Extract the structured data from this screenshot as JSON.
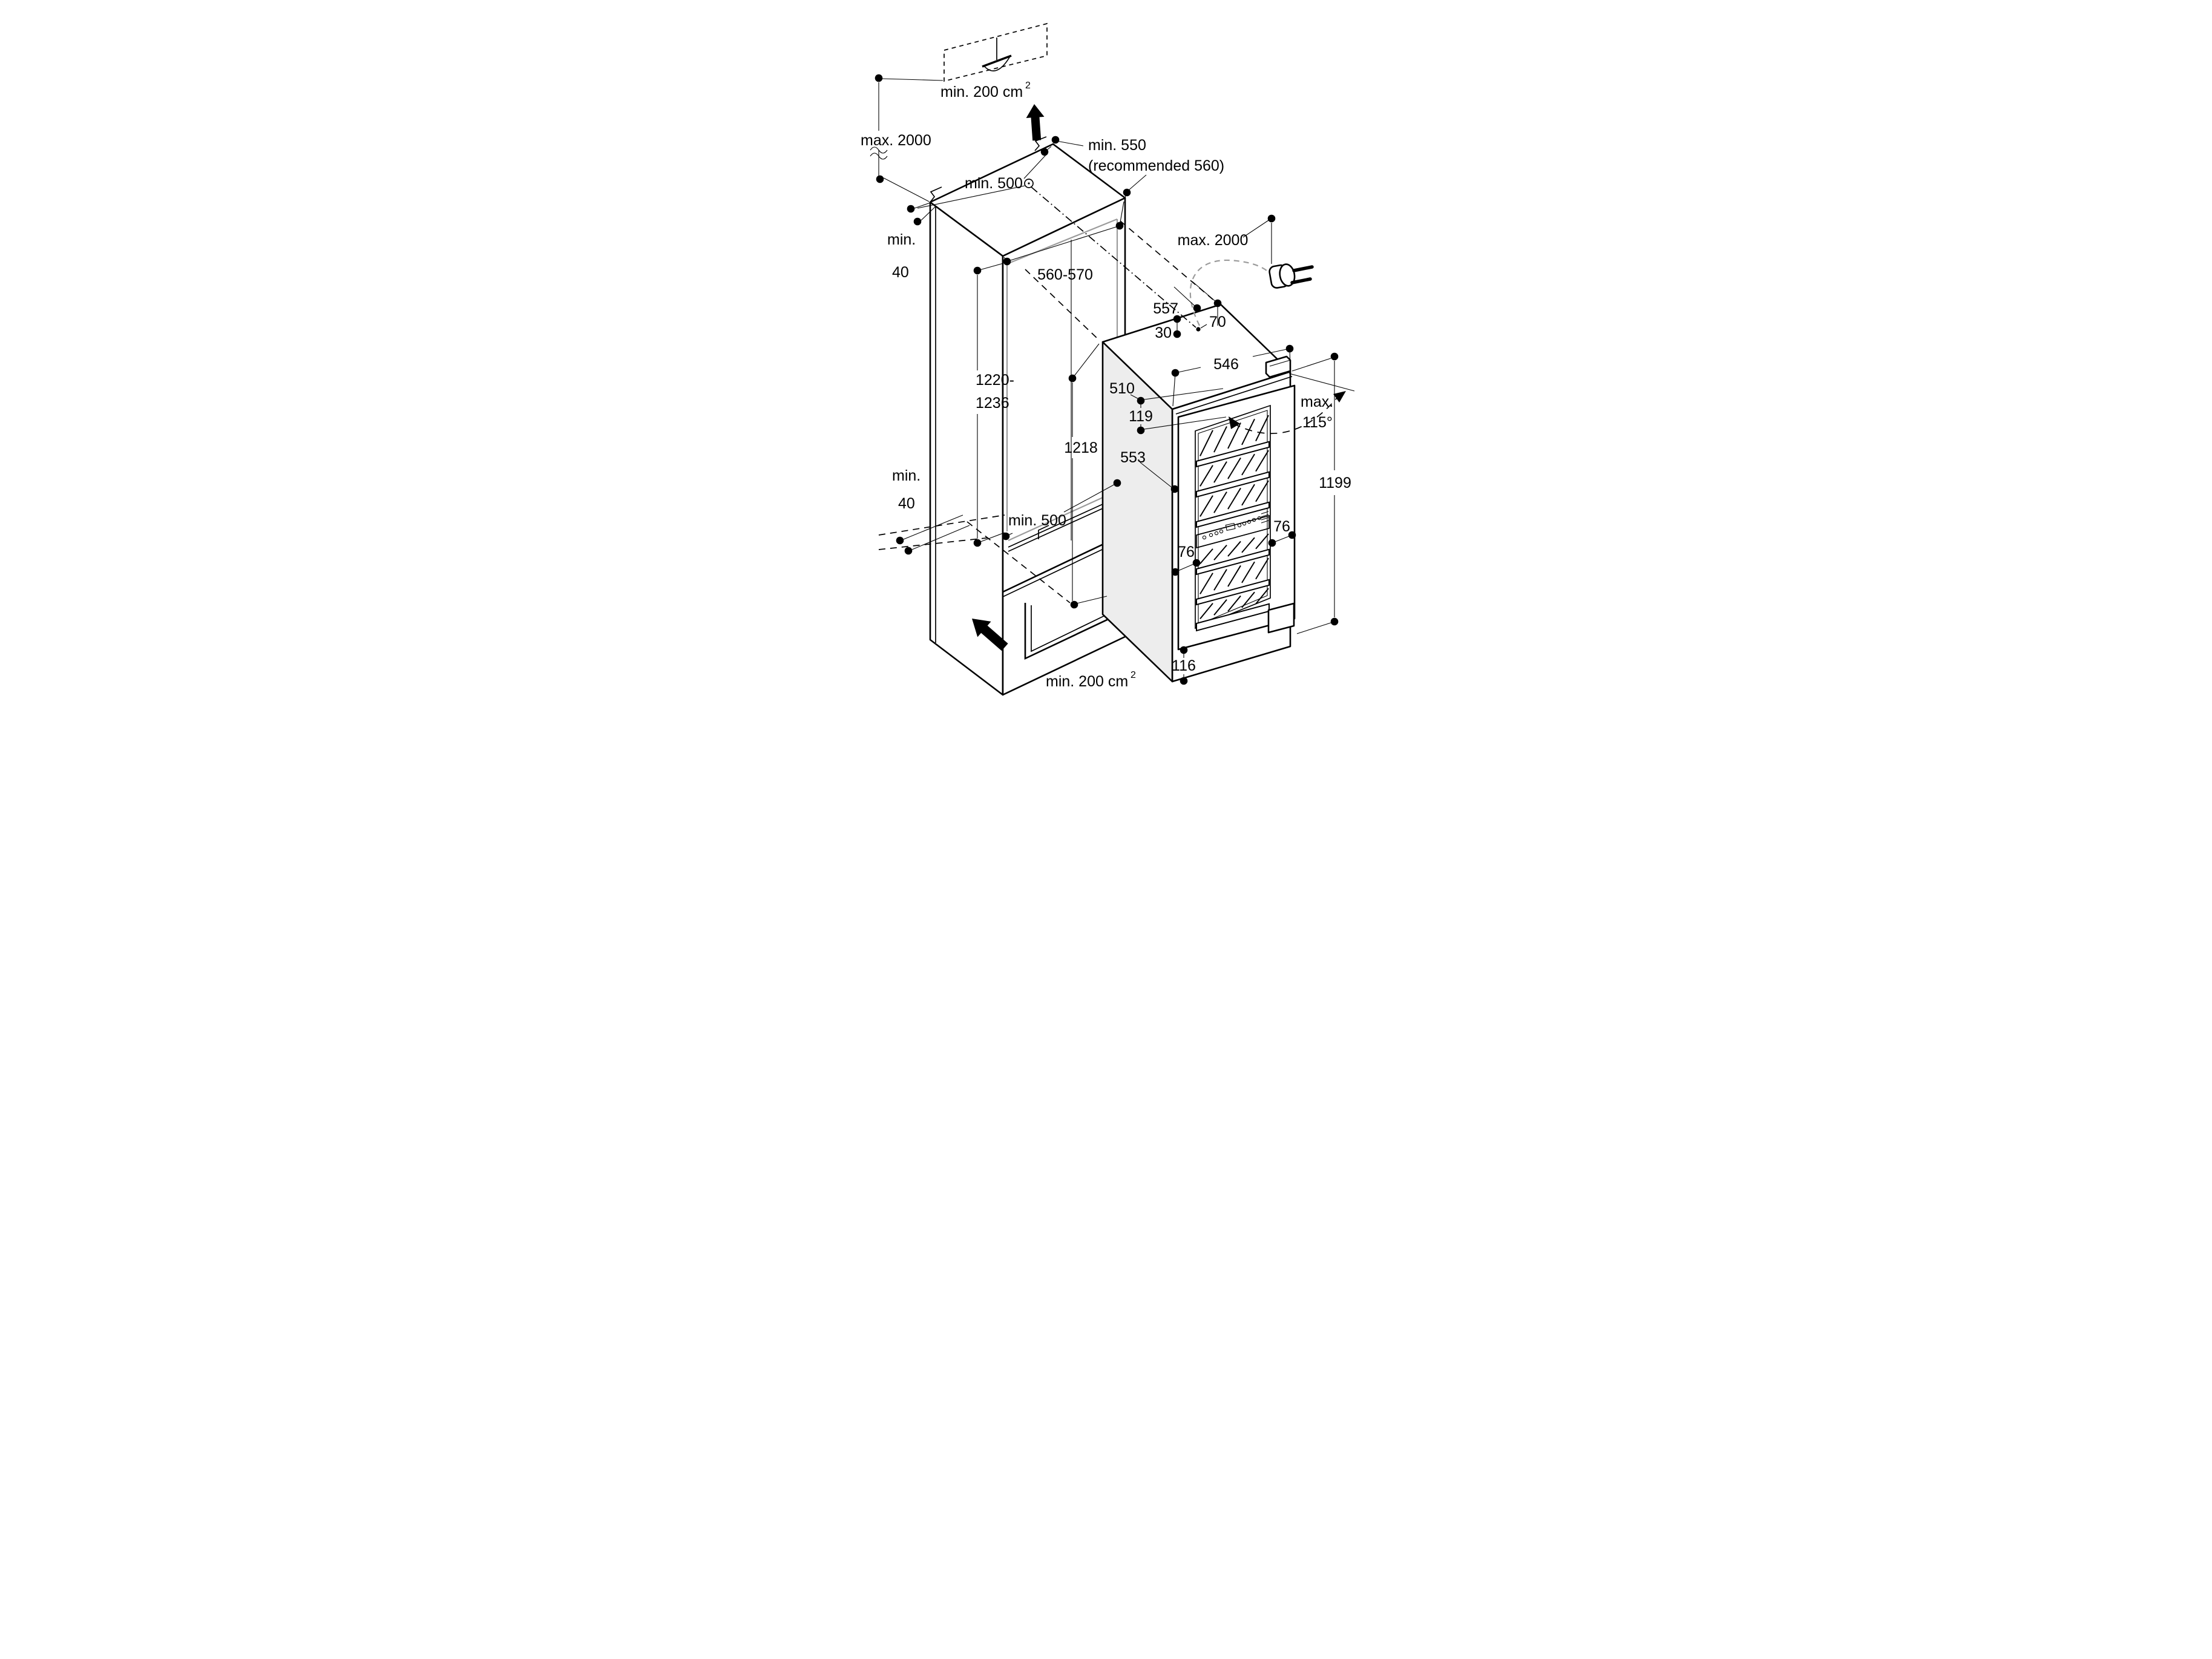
{
  "colors": {
    "line": "#000000",
    "side_panel_shade": "#ededed",
    "hidden_gray": "#9b9b9b",
    "background": "#ffffff"
  },
  "labels": {
    "vent_top": {
      "text": "min. 200 cm",
      "sup": "2"
    },
    "max2000_left": "max. 2000",
    "min500_top": "min. 500",
    "min550": {
      "line1": "min. 550",
      "line2": "(recommended 560)"
    },
    "min40_top": {
      "line1": "min.",
      "line2": "40"
    },
    "niche_width": "560-570",
    "max2000_right": "max. 2000",
    "d557": "557",
    "d30": "30",
    "d70": "70",
    "d546": "546",
    "d510": "510",
    "d119": "119",
    "d1218": "1218",
    "niche_height": {
      "line1": "1220-",
      "line2": "1236"
    },
    "d553": "553",
    "min500_mid": "min. 500",
    "min40_bottom": {
      "line1": "min.",
      "line2": "40"
    },
    "max115": {
      "line1": "max.",
      "line2": "115°"
    },
    "d1199": "1199",
    "d76_left": "76",
    "d76_right": "76",
    "d116": "116",
    "vent_bottom": {
      "text": "min. 200 cm",
      "sup": "2"
    }
  }
}
